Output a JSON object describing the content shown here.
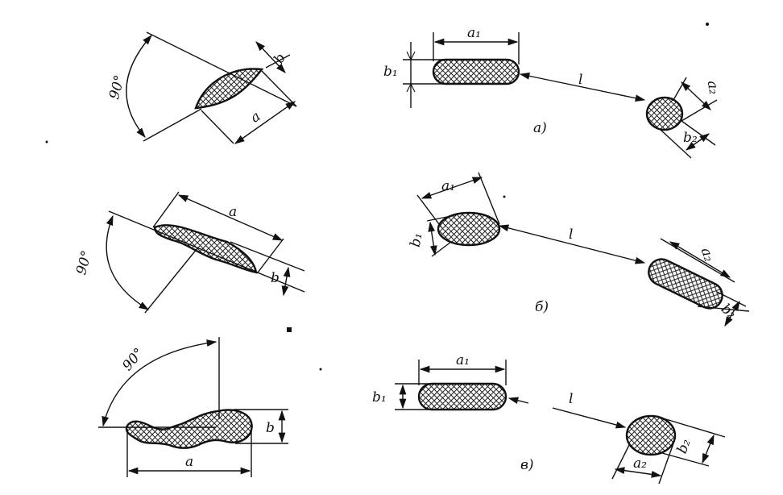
{
  "colors": {
    "ink": "#111111",
    "background": "#ffffff"
  },
  "labels": {
    "angle": "90°",
    "a": "a",
    "b": "b",
    "a1": "a₁",
    "b1": "b₁",
    "a2": "a₂",
    "b2": "b₂",
    "l": "l",
    "case_a": "а)",
    "case_b": "б)",
    "case_v": "в)"
  }
}
